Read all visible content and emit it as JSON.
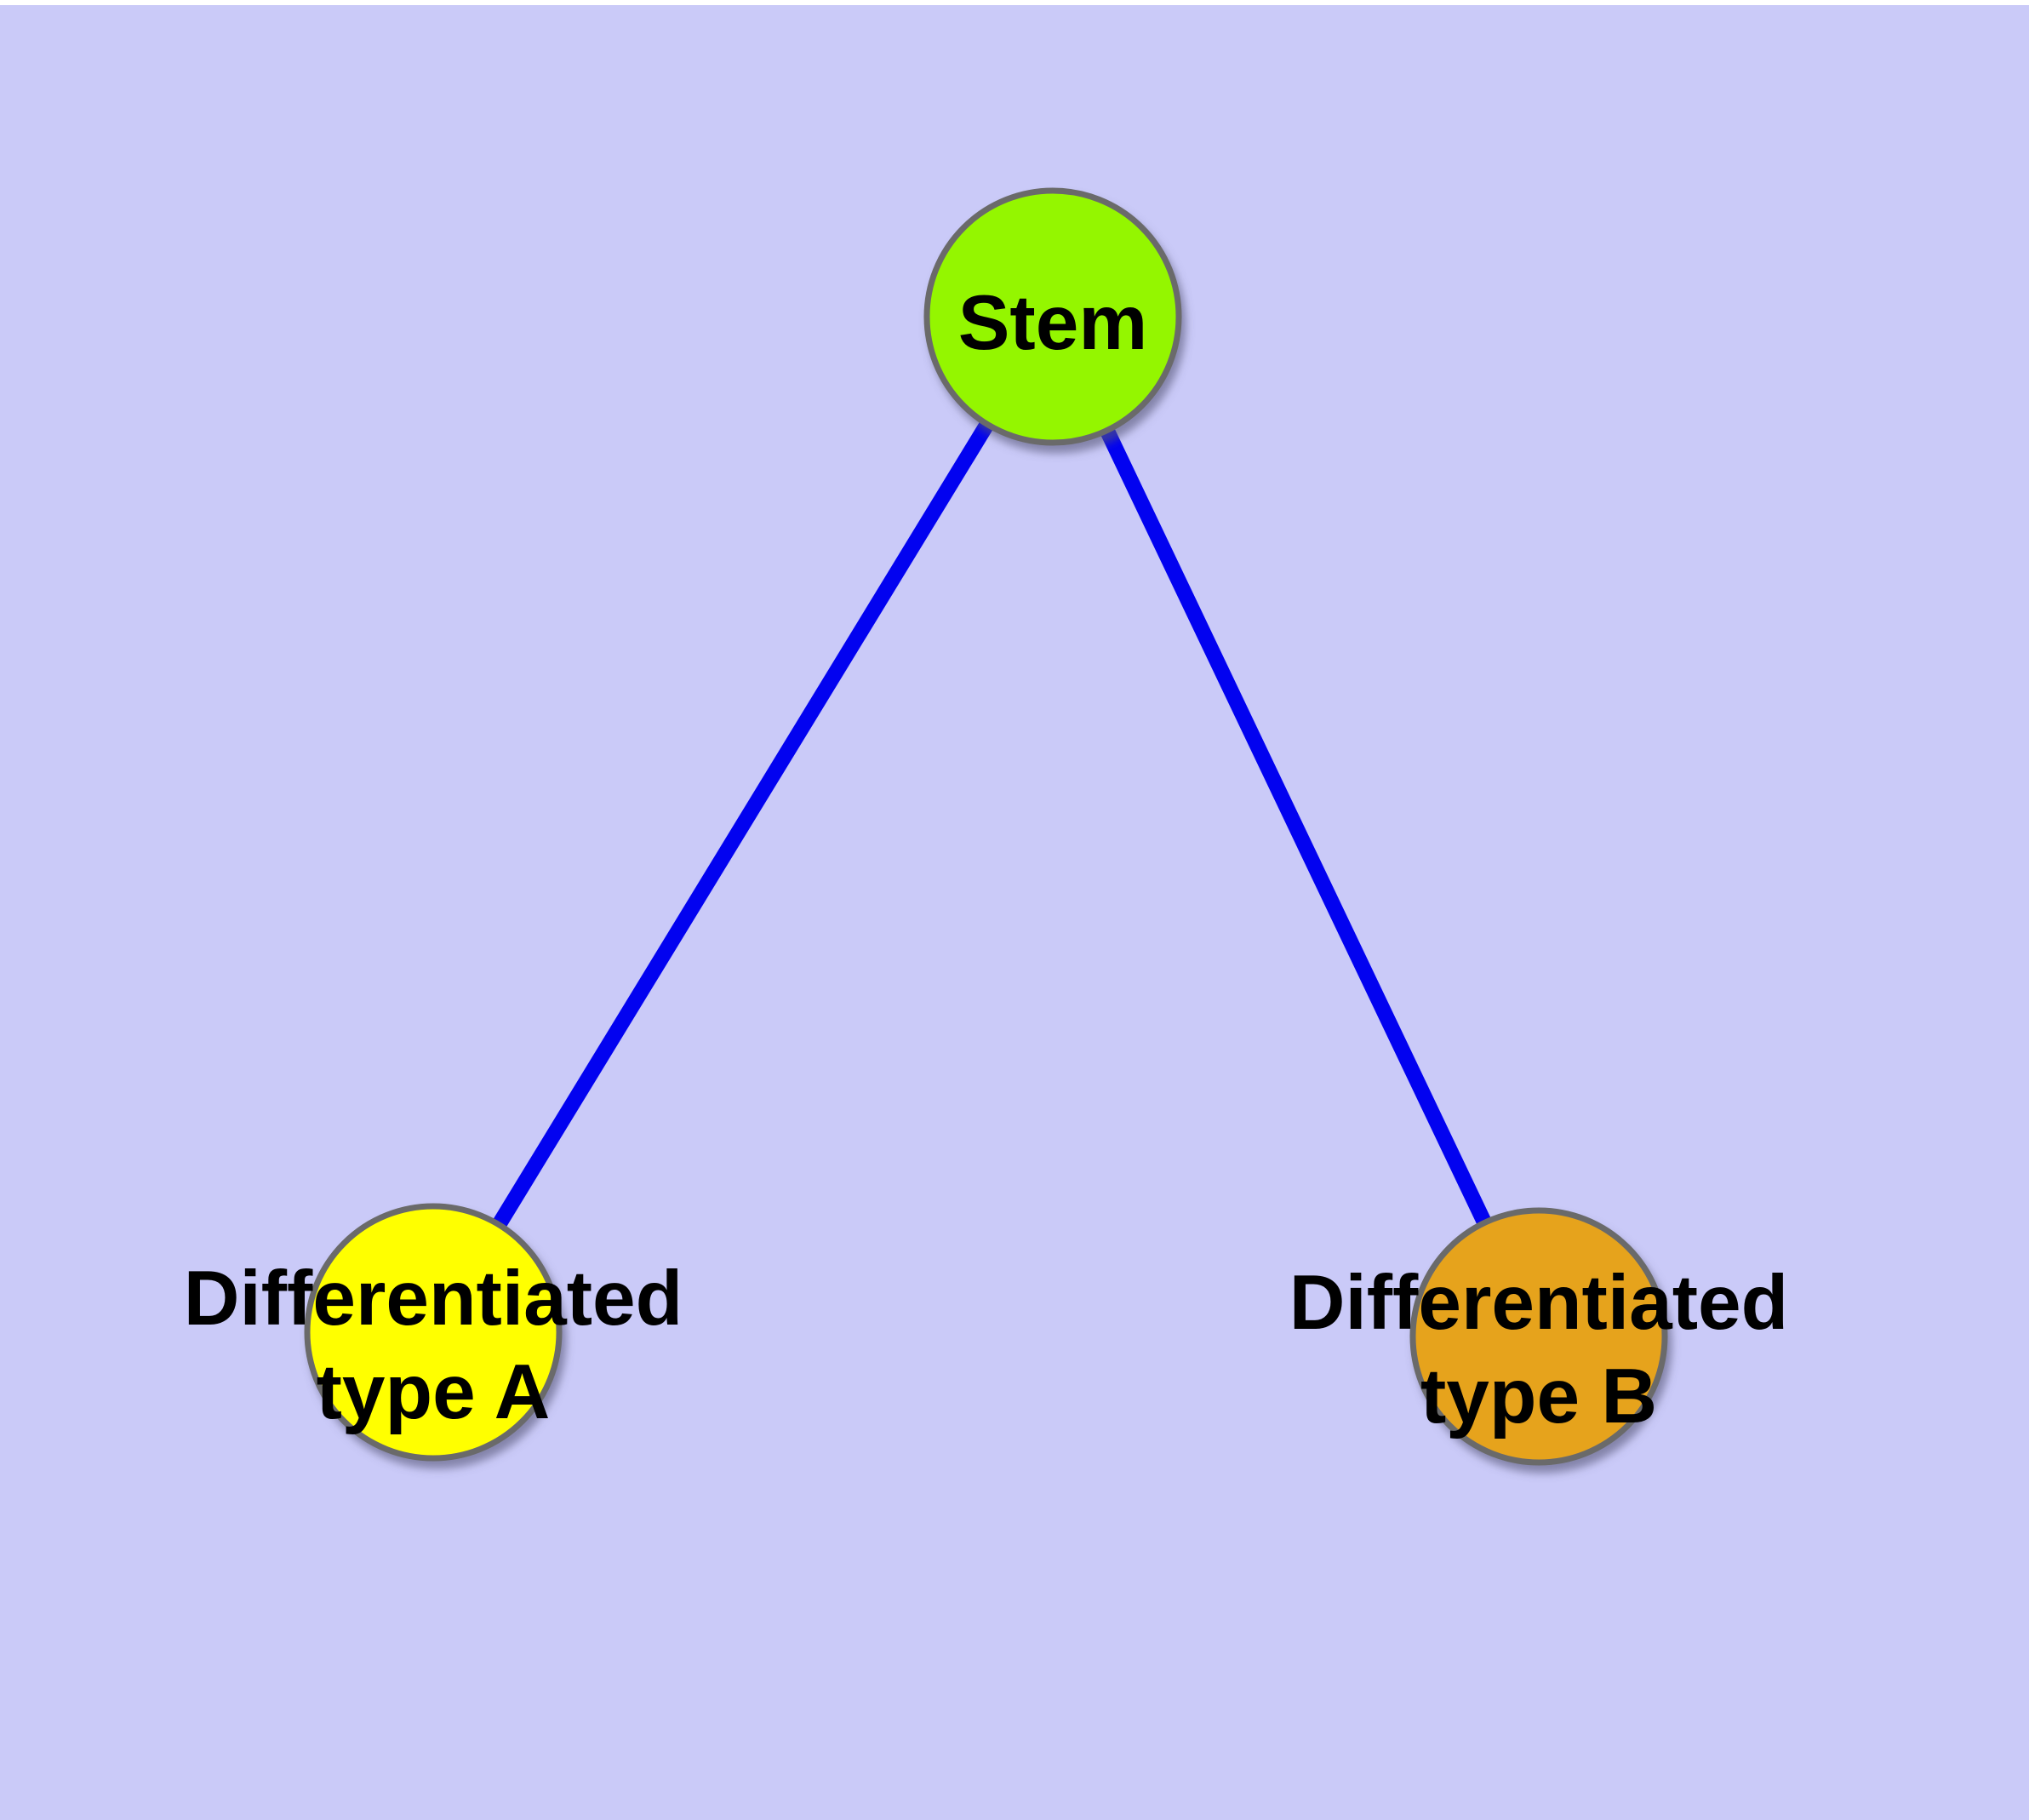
{
  "figure": {
    "background_color": "#CACAF8",
    "top_margin_color": "#FFFFFF",
    "edge_color": "#0202F0",
    "node_border_color": "#6B6B6B",
    "label_color": "#000000",
    "nodes": {
      "stem": {
        "lines": [
          "Stem"
        ],
        "color": "#94F600"
      },
      "type_a": {
        "lines": [
          "Differentiated",
          "type A"
        ],
        "color": "#FFFF00"
      },
      "type_b": {
        "lines": [
          "Differentiated",
          "type B"
        ],
        "color": "#E6A31F"
      }
    },
    "edges": [
      {
        "from": "stem",
        "to": "type_a"
      },
      {
        "from": "stem",
        "to": "type_b"
      }
    ]
  }
}
